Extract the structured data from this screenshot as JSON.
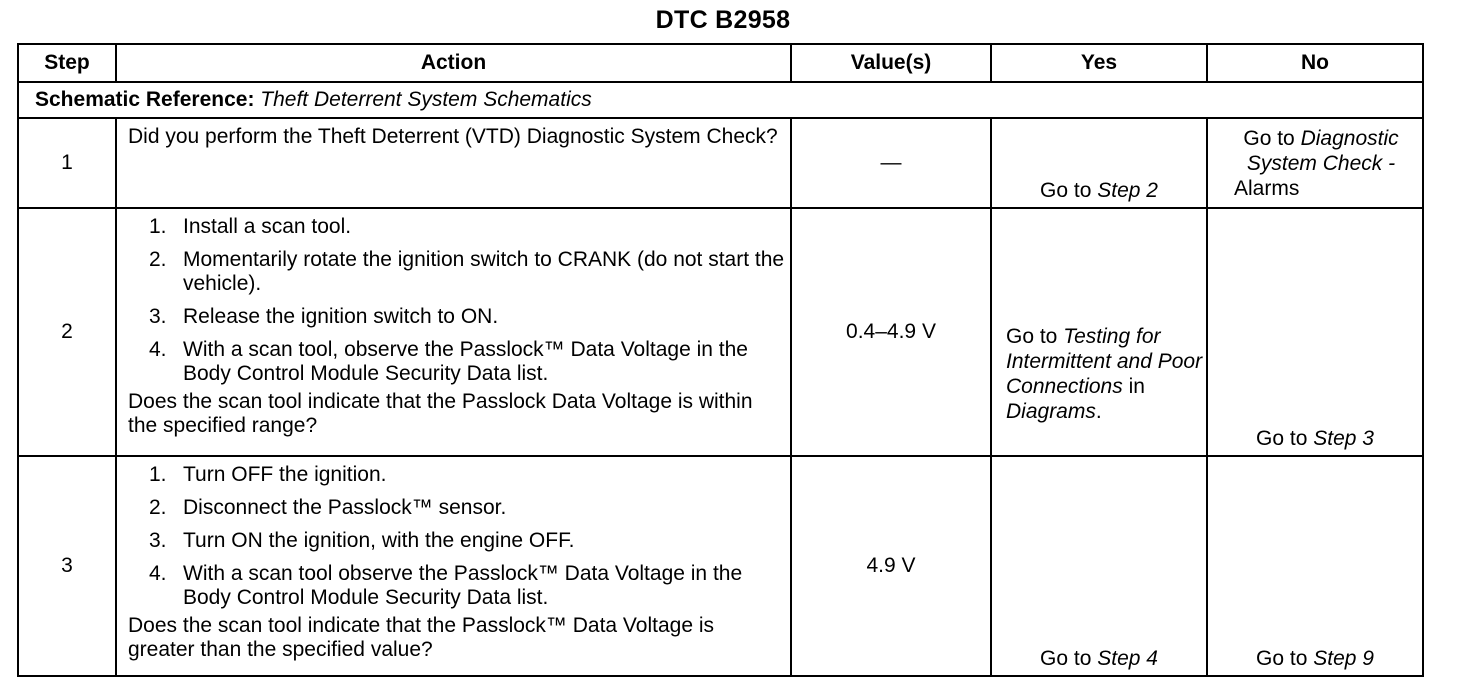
{
  "doc": {
    "title": "DTC B2958"
  },
  "table": {
    "headers": {
      "step": "Step",
      "action": "Action",
      "values": "Value(s)",
      "yes": "Yes",
      "no": "No"
    },
    "schematic": {
      "label": "Schematic Reference:",
      "value": "Theft Deterrent System Schematics"
    },
    "rows": [
      {
        "step": "1",
        "question": "Did you perform the Theft Deterrent (VTD) Diagnostic System Check?",
        "value": "—",
        "yes_prefix": "Go to",
        "yes_target": "Step 2",
        "no_prefix": "Go to",
        "no_target": "Diagnostic System Check -",
        "no_suffix": "Alarms"
      },
      {
        "step": "2",
        "items": [
          {
            "n": "1.",
            "text": "Install a scan tool."
          },
          {
            "n": "2.",
            "text": "Momentarily rotate the ignition switch to CRANK (do not start the vehicle)."
          },
          {
            "n": "3.",
            "text": "Release the ignition switch to ON."
          },
          {
            "n": "4.",
            "text": "With a scan tool, observe the Passlock™ Data Voltage in the Body Control Module Security Data list."
          }
        ],
        "question": "Does the scan tool indicate that the Passlock Data Voltage is within the specified range?",
        "value": "0.4–4.9 V",
        "yes_prefix": "Go to",
        "yes_target": "Testing for Intermittent and Poor Connections",
        "yes_in": "in",
        "yes_doc": "Diagrams",
        "no_prefix": "Go to",
        "no_target": "Step 3"
      },
      {
        "step": "3",
        "items": [
          {
            "n": "1.",
            "text": "Turn OFF the ignition."
          },
          {
            "n": "2.",
            "text": "Disconnect the Passlock™ sensor."
          },
          {
            "n": "3.",
            "text": "Turn ON the ignition, with the engine OFF."
          },
          {
            "n": "4.",
            "text": "With a scan tool observe the Passlock™ Data Voltage in the Body Control Module Security Data list."
          }
        ],
        "question": "Does the scan tool indicate that the Passlock™ Data Voltage is greater than the specified value?",
        "value": "4.9 V",
        "yes_prefix": "Go to",
        "yes_target": "Step 4",
        "no_prefix": "Go to",
        "no_target": "Step 9"
      }
    ]
  }
}
